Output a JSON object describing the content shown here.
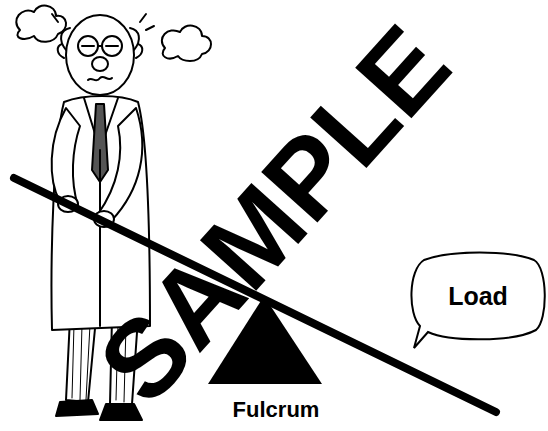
{
  "diagram": {
    "nodes": [
      {
        "text": [
          "Load"
        ]
      }
    ],
    "labels": [
      "Fulcrum",
      "SAMPLE"
    ]
  }
}
